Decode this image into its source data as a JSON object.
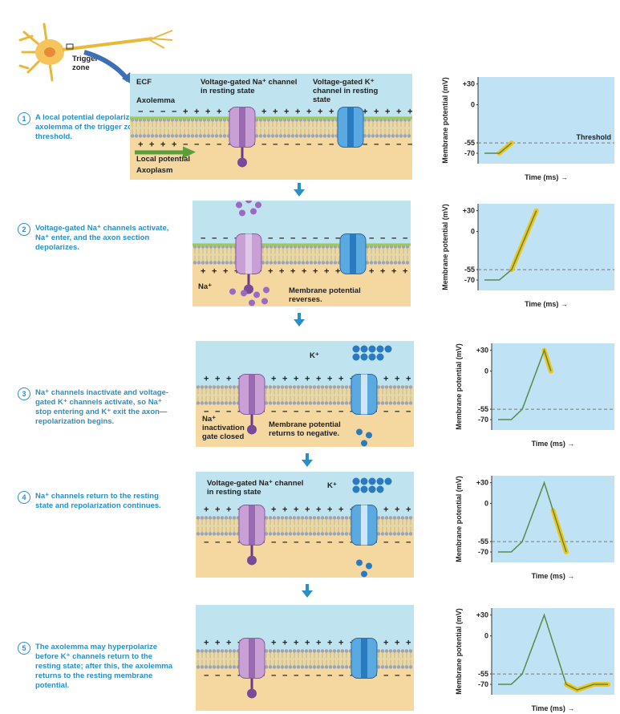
{
  "neuron": {
    "trigger_label": "Trigger\nzone"
  },
  "steps": [
    {
      "num": "1",
      "text": "A local potential depolarizes the axolemma of the trigger zone to threshold."
    },
    {
      "num": "2",
      "text": "Voltage-gated Na⁺ channels activate, Na⁺ enter, and the axon section depolarizes."
    },
    {
      "num": "3",
      "text": "Na⁺ channels inactivate and voltage-gated K⁺ channels activate, so Na⁺ stop entering and K⁺ exit the axon— repolarization begins."
    },
    {
      "num": "4",
      "text": "Na⁺ channels return to the resting state and repolarization continues."
    },
    {
      "num": "5",
      "text": "The axolemma may hyperpolarize before K⁺ channels return to the resting state; after this, the axolemma returns to the resting membrane potential."
    }
  ],
  "labels": {
    "ecf": "ECF",
    "axolemma": "Axolemma",
    "na_channel_resting": "Voltage-gated Na⁺ channel in resting state",
    "k_channel_resting": "Voltage-gated K⁺ channel in resting state",
    "local_potential": "Local potential",
    "axoplasm": "Axoplasm",
    "na_ion": "Na⁺",
    "membrane_reverses": "Membrane potential reverses.",
    "k_ion": "K⁺",
    "na_inactivation": "Na⁺ inactivation gate closed",
    "returns_negative": "Membrane potential returns to negative.",
    "na_channel_resting_4": "Voltage-gated Na⁺ channel in resting state",
    "k_ion_4": "K⁺"
  },
  "chart_data": [
    {
      "type": "line",
      "panel": 1,
      "ylabel": "Membrane potential (mV)",
      "xlabel": "Time (ms)",
      "yticks": [
        30,
        0,
        -55,
        -70
      ],
      "threshold": -55,
      "threshold_label": "Threshold",
      "highlight": "depolarize-to-threshold"
    },
    {
      "type": "line",
      "panel": 2,
      "ylabel": "Membrane potential (mV)",
      "xlabel": "Time (ms)",
      "yticks": [
        30,
        0,
        -55,
        -70
      ],
      "threshold": -55,
      "highlight": "rising-phase"
    },
    {
      "type": "line",
      "panel": 3,
      "ylabel": "Membrane potential (mV)",
      "xlabel": "Time (ms)",
      "yticks": [
        30,
        0,
        -55,
        -70
      ],
      "threshold": -55,
      "highlight": "peak-start-fall"
    },
    {
      "type": "line",
      "panel": 4,
      "ylabel": "Membrane potential (mV)",
      "xlabel": "Time (ms)",
      "yticks": [
        30,
        0,
        -55,
        -70
      ],
      "threshold": -55,
      "highlight": "repolarization"
    },
    {
      "type": "line",
      "panel": 5,
      "ylabel": "Membrane potential (mV)",
      "xlabel": "Time (ms)",
      "yticks": [
        30,
        0,
        -55,
        -70
      ],
      "threshold": -55,
      "highlight": "hyperpolarization"
    }
  ],
  "colors": {
    "ecf": "#bfe3ef",
    "axoplasm": "#f5d7a0",
    "graph_bg": "#bfe2f5",
    "na_channel": "#c9a0d6",
    "k_channel": "#5aa9e0",
    "highlight": "#f0c419",
    "curve": "#5a8a4a",
    "step_blue": "#2a8fc6"
  }
}
